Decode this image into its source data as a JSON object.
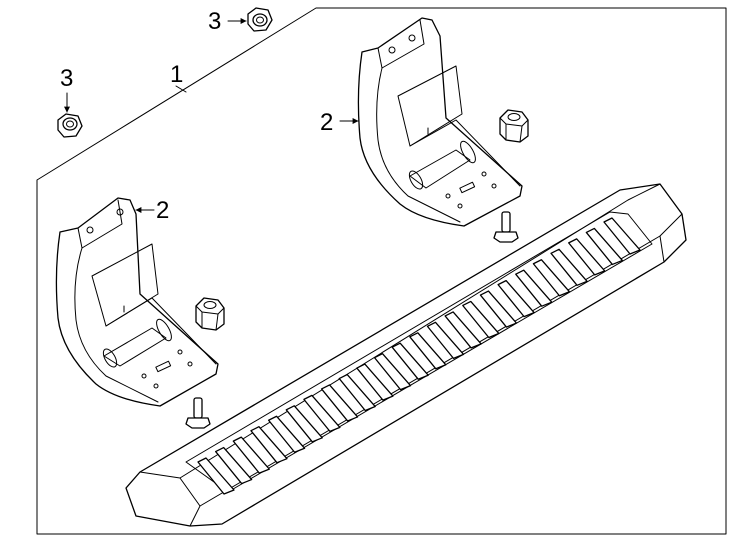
{
  "callouts": {
    "assembly": "1",
    "bracket_right": "2",
    "bracket_left": "2",
    "nut_top": "3",
    "nut_left": "3"
  }
}
